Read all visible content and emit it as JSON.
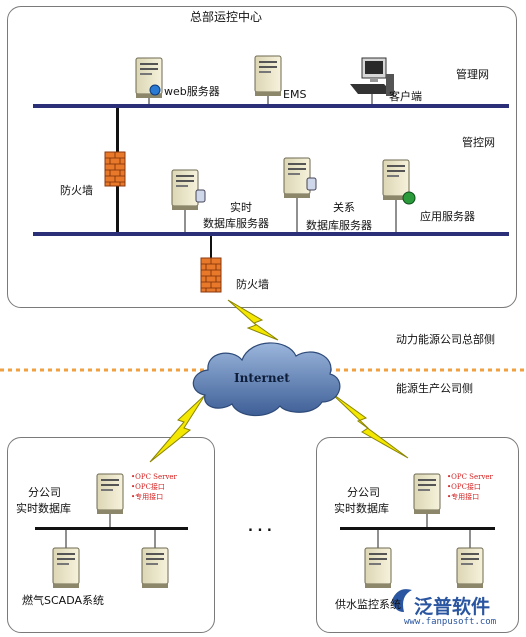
{
  "top_box": {
    "title": "总部运控中心",
    "network_mgmt": "管理网",
    "network_ctrl": "管控网",
    "web_server": "web服务器",
    "ems": "EMS",
    "client": "客户端",
    "firewall_inner": "防火墙",
    "rt_db_line1": "实时",
    "rt_db_line2": "数据库服务器",
    "rel_db_line1": "关系",
    "rel_db_line2": "数据库服务器",
    "app_server": "应用服务器"
  },
  "middle": {
    "firewall_outer": "防火墙",
    "hq_side": "动力能源公司总部侧",
    "prod_side": "能源生产公司侧",
    "internet": "Internet",
    "ellipsis": ". . ."
  },
  "branch_left": {
    "title_line1": "分公司",
    "title_line2": "实时数据库",
    "opc": [
      "•OPC Server",
      "•OPC接口",
      "•专用接口"
    ],
    "system": "燃气SCADA系统"
  },
  "branch_right": {
    "title_line1": "分公司",
    "title_line2": "实时数据库",
    "opc": [
      "•OPC Server",
      "•OPC接口",
      "•专用接口"
    ],
    "system": "供水监控系统"
  },
  "watermark": {
    "brand": "泛普软件",
    "url": "www.fanpusoft.com"
  },
  "colors": {
    "network_line": "#2b2f78",
    "firewall": "#e07020",
    "lightning": "#f5e800",
    "cloud": "#5577aa",
    "opc_text": "#d42020",
    "divider": "#f0a040"
  }
}
